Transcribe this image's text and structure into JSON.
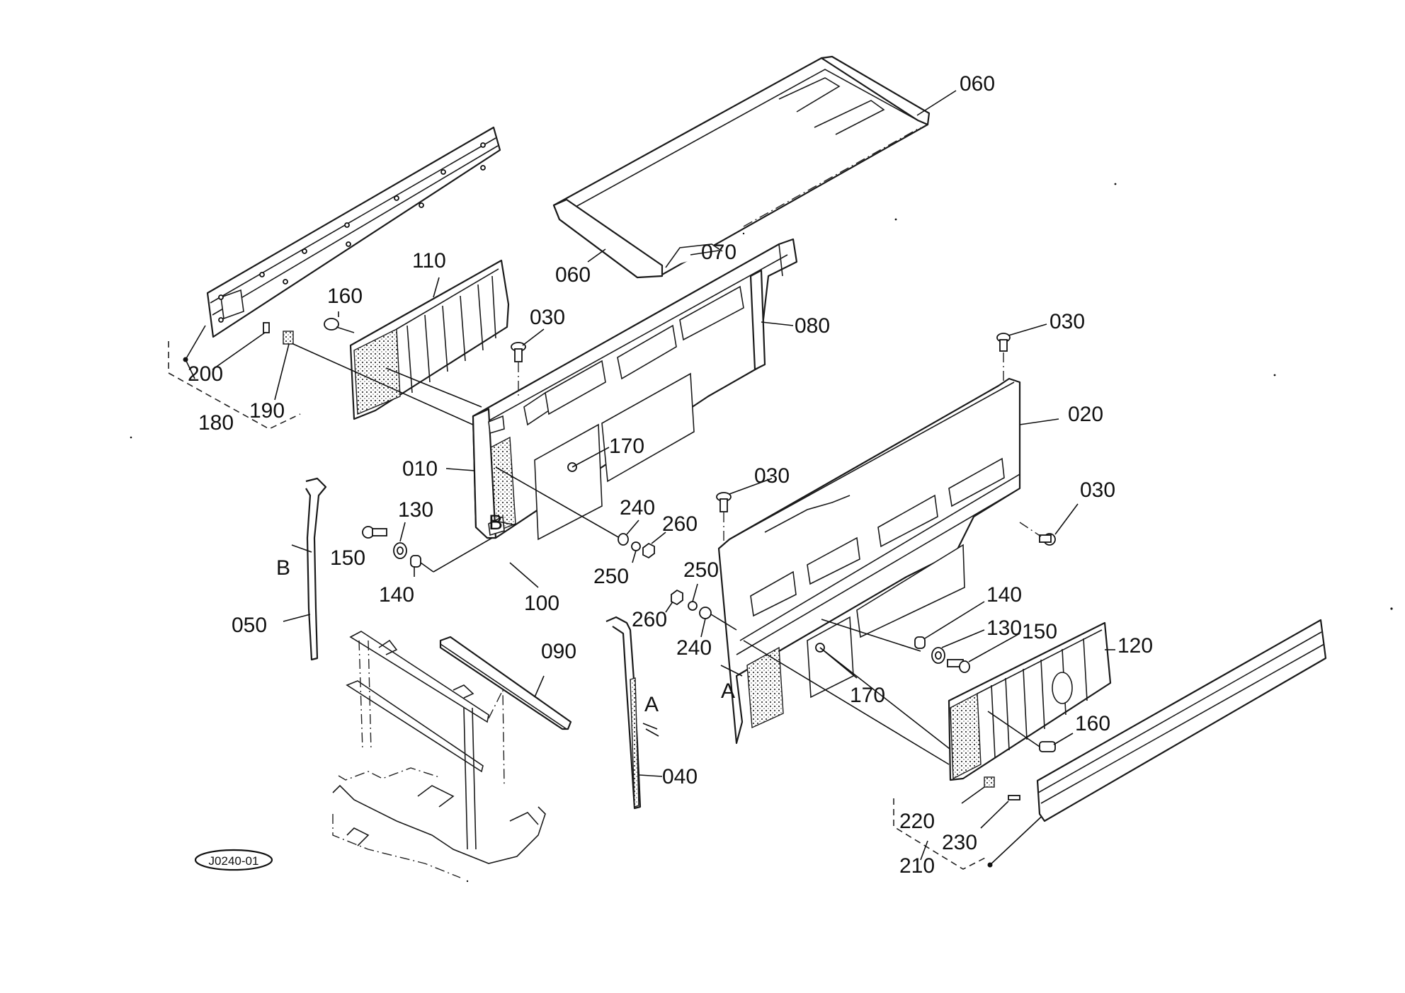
{
  "diagram_id": "J0240-01",
  "labels": {
    "p010": "010",
    "p020": "020",
    "p030a": "030",
    "p030b": "030",
    "p030c": "030",
    "p030d": "030",
    "p040": "040",
    "p050": "050",
    "p060a": "060",
    "p060b": "060",
    "p070": "070",
    "p080": "080",
    "p090": "090",
    "p100": "100",
    "p110": "110",
    "p120": "120",
    "p130a": "130",
    "p130b": "130",
    "p140a": "140",
    "p140b": "140",
    "p150a": "150",
    "p150b": "150",
    "p160a": "160",
    "p160b": "160",
    "p170a": "170",
    "p170b": "170",
    "p180": "180",
    "p190": "190",
    "p200": "200",
    "p210": "210",
    "p220": "220",
    "p230": "230",
    "p240a": "240",
    "p240b": "240",
    "p250a": "250",
    "p250b": "250",
    "p260a": "260",
    "p260b": "260",
    "refA1": "A",
    "refA2": "A",
    "refB1": "B",
    "refB2": "B"
  },
  "colors": {
    "line": "#1a1a1a",
    "background": "#ffffff"
  }
}
